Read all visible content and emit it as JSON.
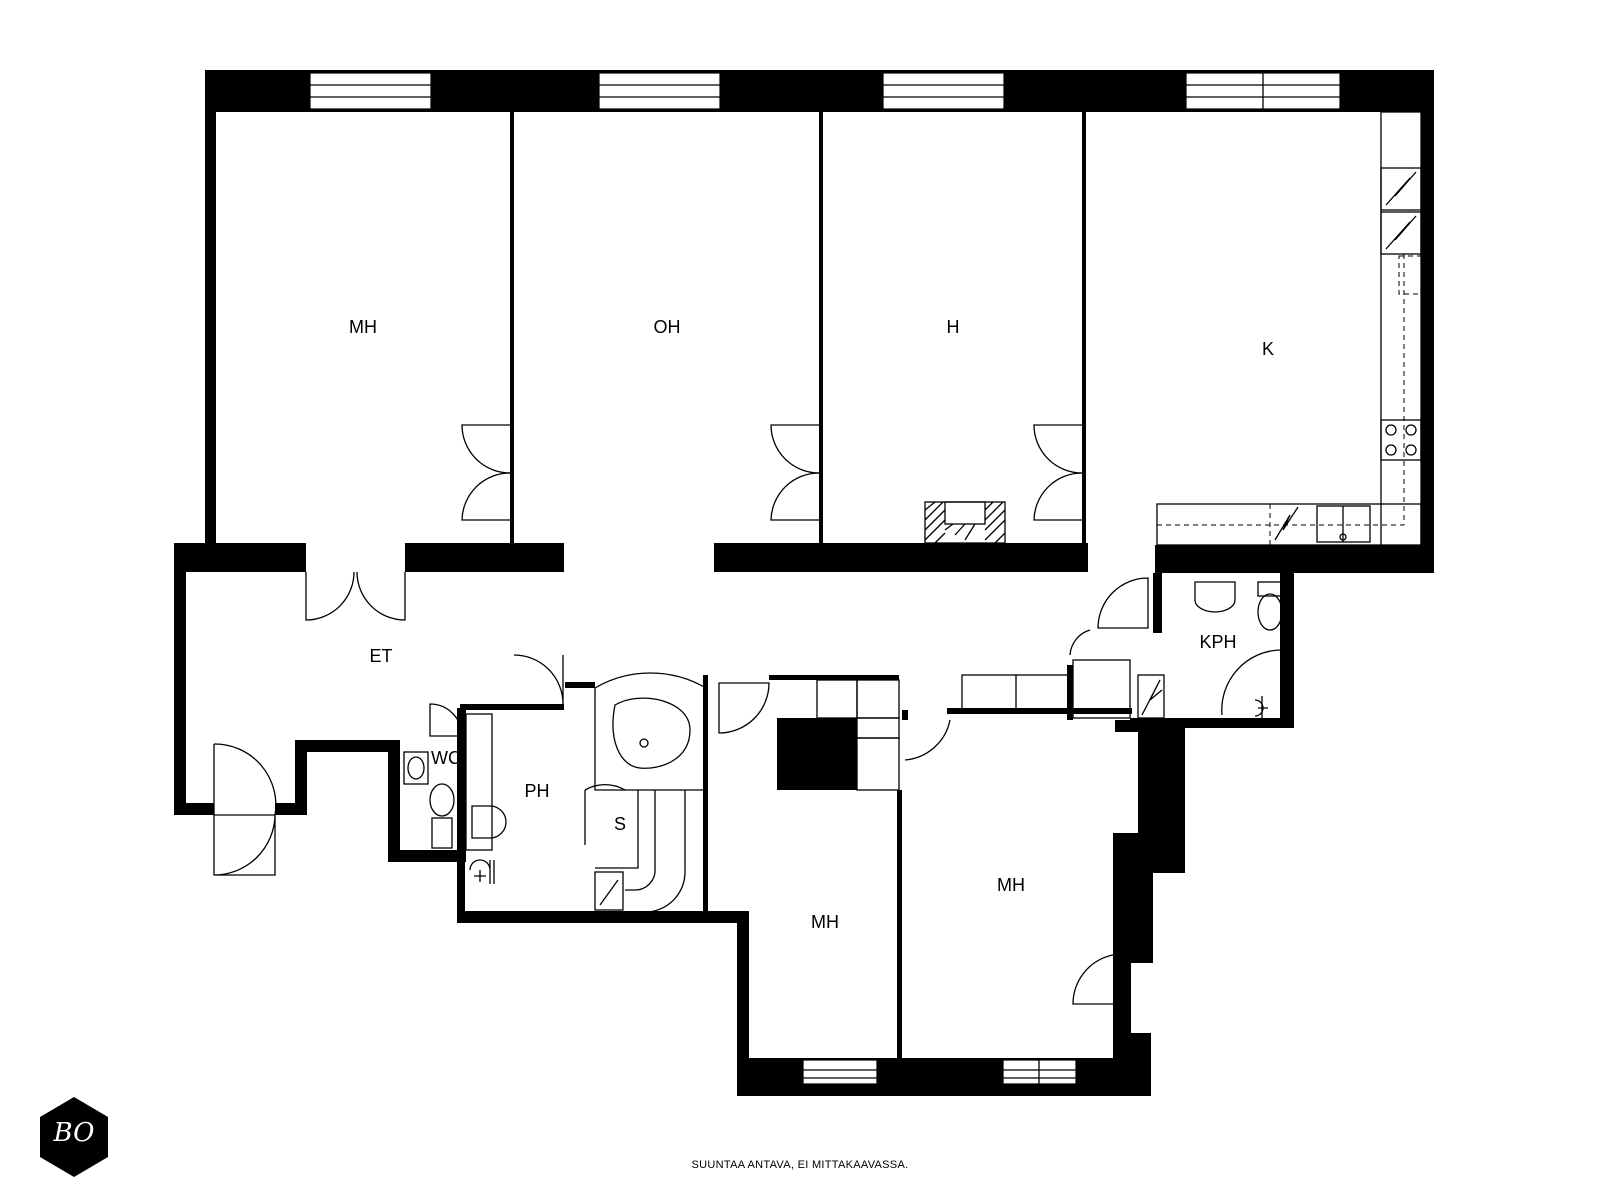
{
  "rooms": [
    {
      "id": "mh1",
      "label": "MH"
    },
    {
      "id": "oh",
      "label": "OH"
    },
    {
      "id": "h",
      "label": "H"
    },
    {
      "id": "k",
      "label": "K"
    },
    {
      "id": "et",
      "label": "ET"
    },
    {
      "id": "wc",
      "label": "WC"
    },
    {
      "id": "ph",
      "label": "PH"
    },
    {
      "id": "s",
      "label": "S"
    },
    {
      "id": "kph",
      "label": "KPH"
    },
    {
      "id": "mh2",
      "label": "MH"
    },
    {
      "id": "mh3",
      "label": "MH"
    }
  ],
  "footer": {
    "note": "SUUNTAA ANTAVA, EI MITTAKAAVASSA."
  },
  "logo": {
    "text": "BO",
    "icon": "hexagon-logo-icon"
  },
  "colors": {
    "wall": "#000000",
    "background": "#ffffff"
  }
}
